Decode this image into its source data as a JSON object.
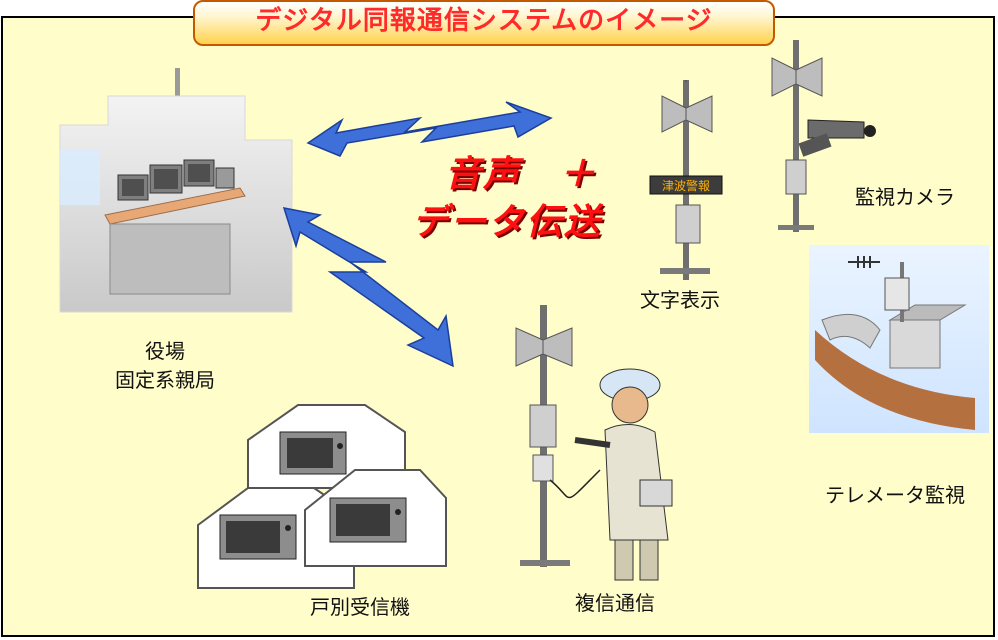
{
  "title": "デジタル同報通信システムのイメージ",
  "transmission": {
    "line1": "音声　＋",
    "line2": "データ伝送"
  },
  "labels": {
    "station_line1": "役場",
    "station_line2": "固定系親局",
    "char_display": "文字表示",
    "camera": "監視カメラ",
    "telemeter": "テレメータ監視",
    "duplex": "複信通信",
    "household": "戸別受信機",
    "sign": "津波警報"
  },
  "colors": {
    "title_text": "#ff2a2a",
    "frame_bg": "#fffdc9",
    "arrow": "#3f6fd8",
    "accent_red": "#ff1010"
  }
}
